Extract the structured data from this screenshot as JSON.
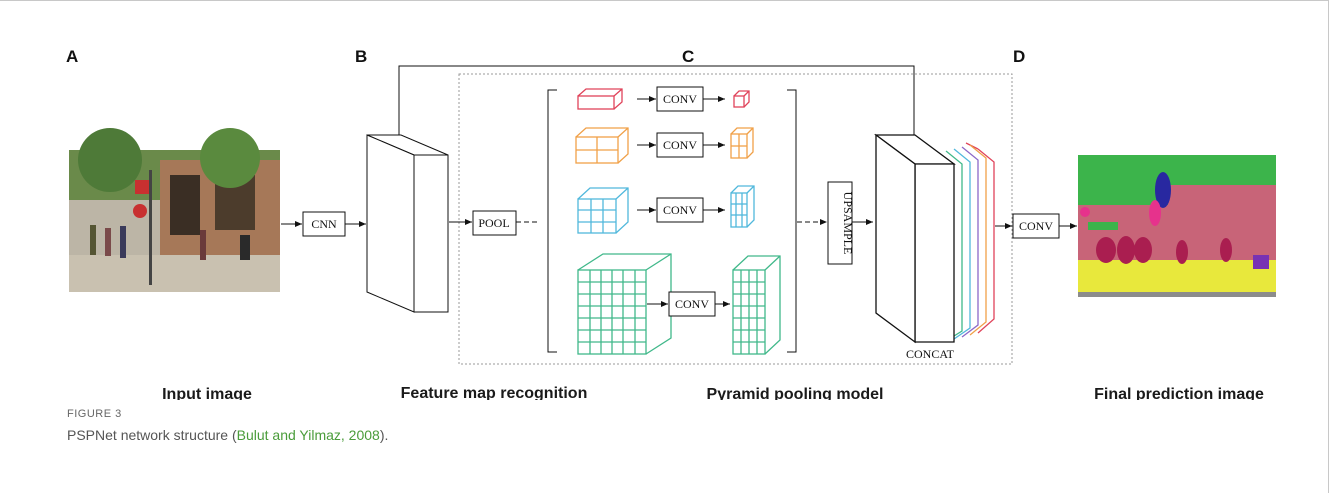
{
  "panels": {
    "a": "A",
    "b": "B",
    "c": "C",
    "d": "D"
  },
  "labels": {
    "input": "Input image",
    "feature": "Feature map recognition",
    "pyramid": "Pyramid pooling model",
    "final": "Final prediction image"
  },
  "ops": {
    "cnn": "CNN",
    "pool": "POOL",
    "conv": "CONV",
    "upsample": "UPSAMPLE",
    "concat": "CONCAT"
  },
  "figure": {
    "label": "FIGURE 3",
    "caption_prefix": "PSPNet network structure (",
    "citation": "Bulut and Yilmaz, 2008",
    "caption_suffix": ")."
  },
  "colors": {
    "level1": "#e0435a",
    "level2": "#f0a048",
    "level3": "#50b8dc",
    "level4": "#40b88a",
    "concat_extra": "#8c68c8",
    "link": "#4a9c3a"
  }
}
